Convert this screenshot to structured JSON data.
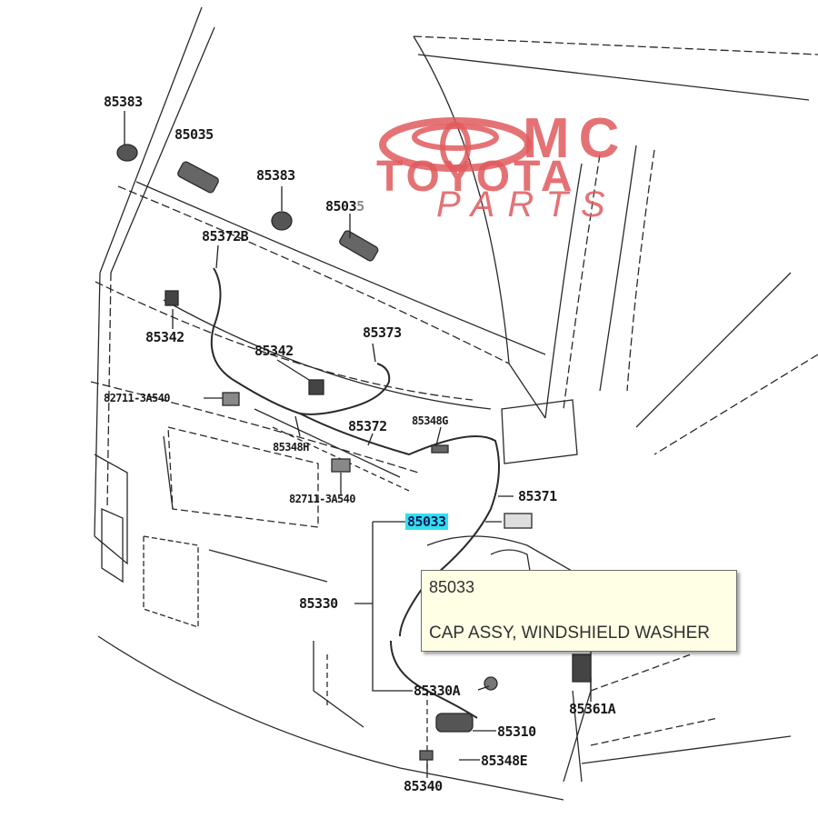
{
  "watermark": {
    "line1": "MC",
    "line2": "TOYOTA",
    "line3": "PARTS",
    "color": "#e05a5e"
  },
  "labels": {
    "p85383_a": "85383",
    "p85035_a": "85035",
    "p85383_b": "85383",
    "p85035_b_main": "8503",
    "p85035_b_tail": "5",
    "p85372b": "85372B",
    "p85342_a": "85342",
    "p85342_b": "85342",
    "p85373": "85373",
    "p82711_a": "82711-3A540",
    "p85348g": "85348G",
    "p85372": "85372",
    "p85348h": "85348H",
    "p82711_b": "82711-3A540",
    "p85371": "85371",
    "p85033": "85033",
    "p85330": "85330",
    "p85330a": "85330A",
    "p85361a": "85361A",
    "p85310": "85310",
    "p85348e": "85348E",
    "p85340": "85340"
  },
  "highlight_color": "#32e0ea",
  "tooltip": {
    "part_number": "85033",
    "description": "CAP ASSY, WINDSHIELD WASHER"
  }
}
